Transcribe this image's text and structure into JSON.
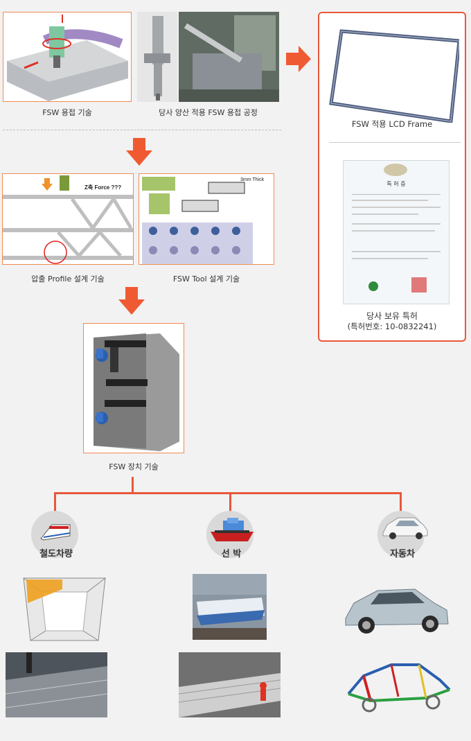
{
  "captions": {
    "fsw_welding": "FSW 용접 기술",
    "mass_production": "당사 양산 적용 FSW 용접 공정",
    "lcd_frame": "FSW 적용 LCD Frame",
    "profile_design": "압출 Profile 설계 기술",
    "tool_design": "FSW Tool 설계 기술",
    "equipment": "FSW 장치 기술",
    "patent_line1": "당사 보유 특허",
    "patent_line2": "(특허번호: 10-0832241)"
  },
  "diagram_labels": {
    "force": "Z축 Force ???",
    "thick": "3mm Thick",
    "patent_title": "특 허 증"
  },
  "categories": [
    {
      "label": "철도차량",
      "icon": "train-icon"
    },
    {
      "label": "선 박",
      "icon": "ship-icon"
    },
    {
      "label": "자동차",
      "icon": "car-icon"
    }
  ],
  "colors": {
    "accent": "#e8573a",
    "frame_border": "#ef8a52",
    "arrow": "#f05a32",
    "circle": "#d9d9d9",
    "background": "#f2f2f2"
  }
}
